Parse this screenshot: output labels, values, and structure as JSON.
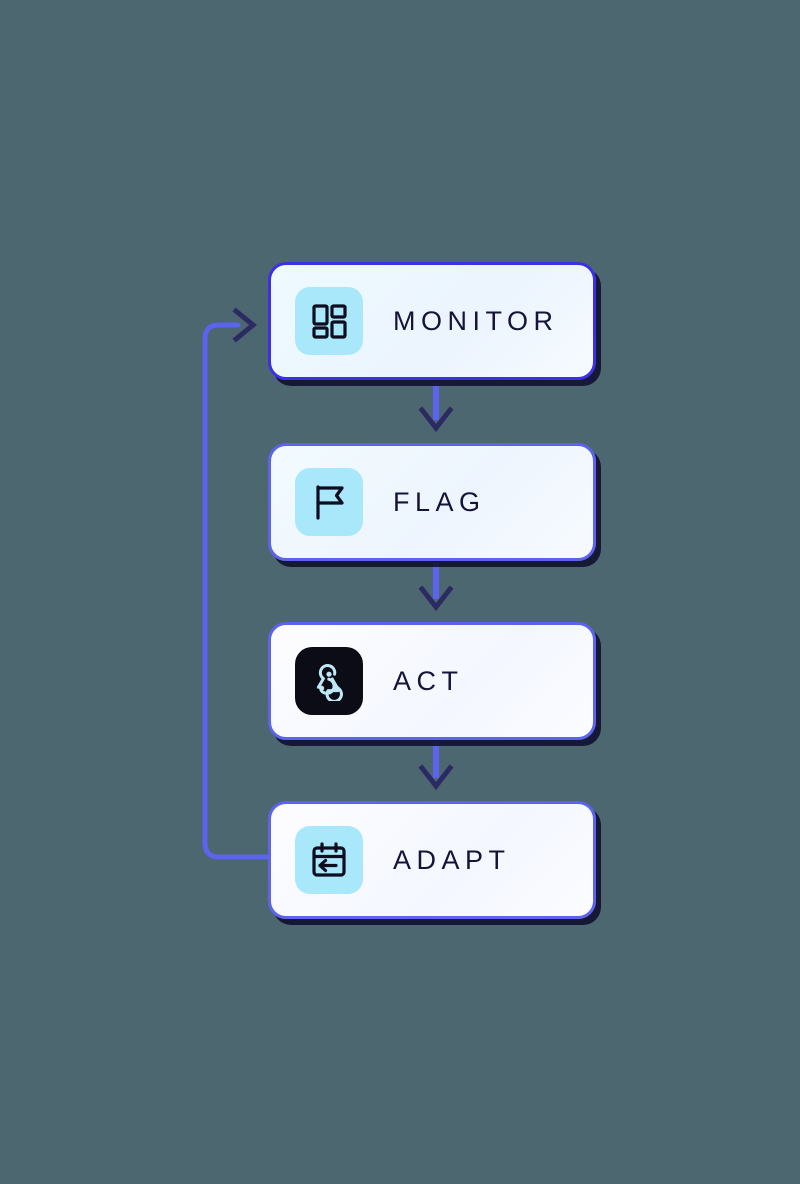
{
  "diagram": {
    "title": "Monitor Flag Act Adapt feedback loop",
    "background_color": "#4d6770",
    "accent_color": "#5b63ef",
    "accent_strong_color": "#3b30e8",
    "icon_tile_color": "#a9e7fb",
    "label_color": "#151339",
    "nodes": [
      {
        "label": "MONITOR",
        "icon": "grid-dashboard-icon",
        "icon_tile": "light",
        "border": "strong"
      },
      {
        "label": "FLAG",
        "icon": "flag-icon",
        "icon_tile": "light",
        "border": "normal"
      },
      {
        "label": "ACT",
        "icon": "webhook-icon",
        "icon_tile": "dark",
        "border": "normal"
      },
      {
        "label": "ADAPT",
        "icon": "calendar-arrow-left-icon",
        "icon_tile": "light",
        "border": "normal"
      }
    ],
    "connectors": [
      {
        "from": "MONITOR",
        "to": "FLAG",
        "kind": "arrow-down"
      },
      {
        "from": "FLAG",
        "to": "ACT",
        "kind": "arrow-down"
      },
      {
        "from": "ACT",
        "to": "ADAPT",
        "kind": "arrow-down"
      },
      {
        "from": "ADAPT",
        "to": "MONITOR",
        "kind": "feedback-loop-left"
      }
    ]
  }
}
